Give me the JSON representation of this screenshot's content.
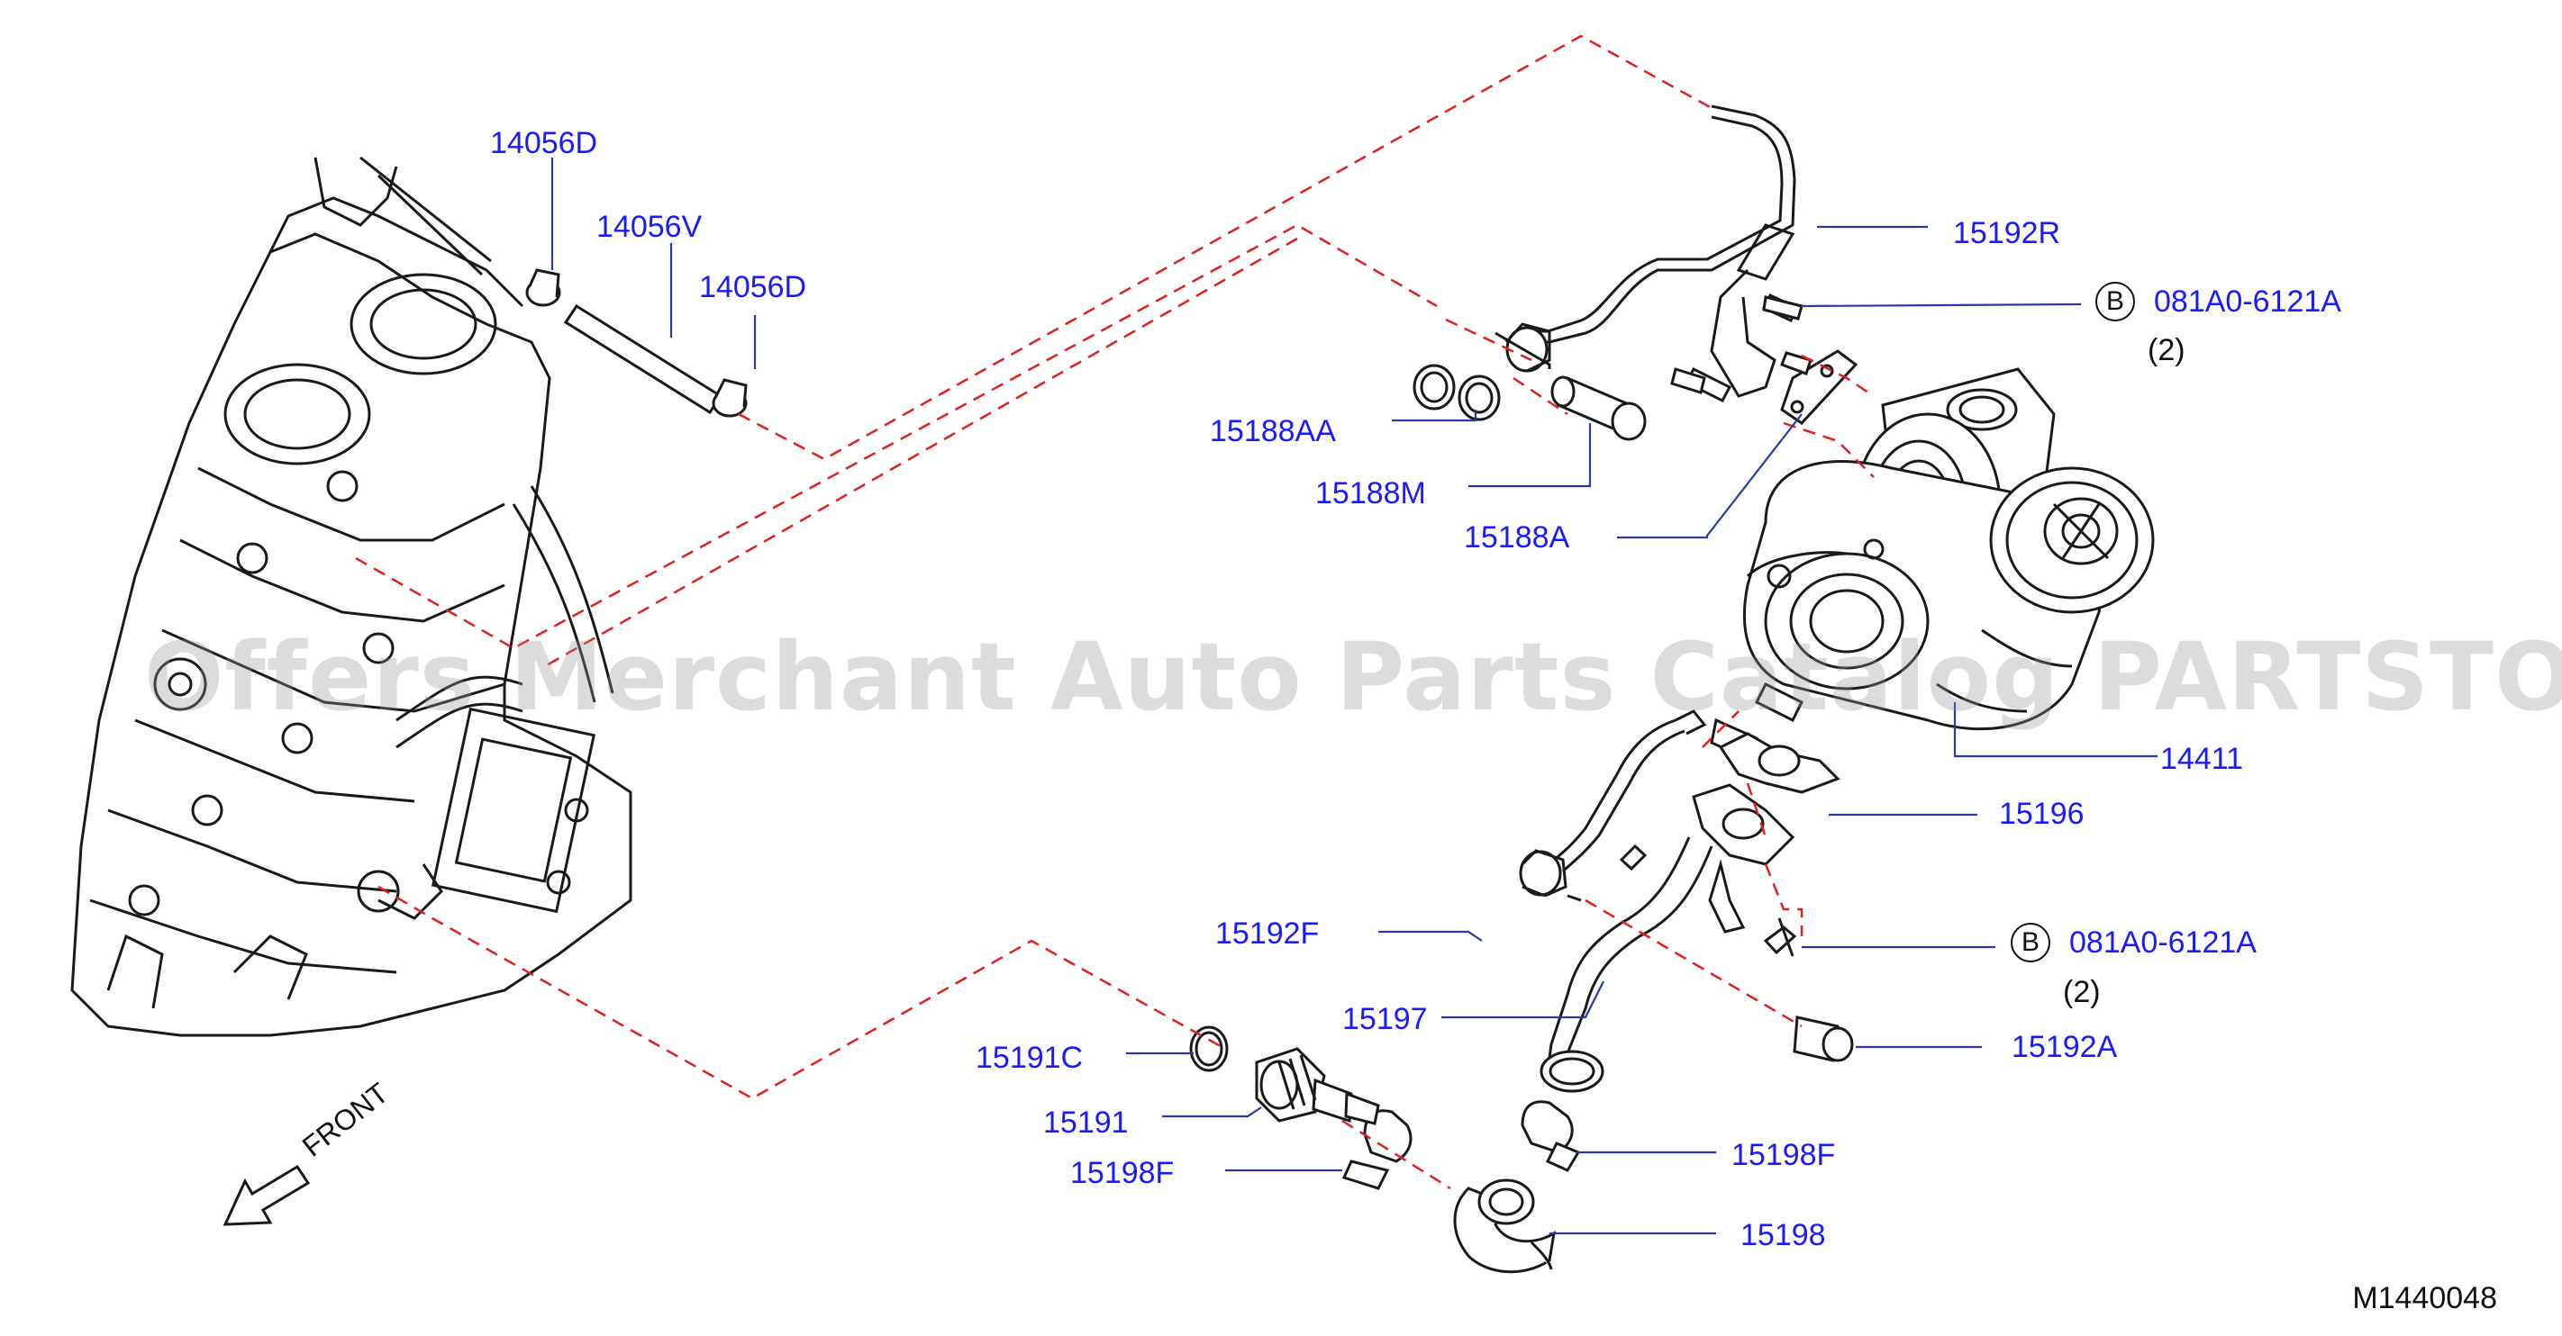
{
  "diagram": {
    "watermark": "Offers Merchant Auto Parts Catalog PARTSTORE.SA",
    "diagram_code": "M1440048",
    "front_label": "FRONT",
    "bolt_marker": "B",
    "colors": {
      "callout_text": "#1a1aff",
      "guide_line": "#e02020",
      "drawing": "#1a1a1a",
      "background": "#ffffff"
    },
    "callouts": [
      {
        "id": "c1",
        "part": "14056D"
      },
      {
        "id": "c2",
        "part": "14056V"
      },
      {
        "id": "c3",
        "part": "14056D"
      },
      {
        "id": "c4",
        "part": "15192R"
      },
      {
        "id": "c5",
        "part": "081A0-6121A",
        "marker": "B",
        "qty": "(2)"
      },
      {
        "id": "c6",
        "part": "15188AA"
      },
      {
        "id": "c7",
        "part": "15188M"
      },
      {
        "id": "c8",
        "part": "15188A"
      },
      {
        "id": "c9",
        "part": "14411"
      },
      {
        "id": "c10",
        "part": "15196"
      },
      {
        "id": "c11",
        "part": "15192F"
      },
      {
        "id": "c12",
        "part": "081A0-6121A",
        "marker": "B",
        "qty": "(2)"
      },
      {
        "id": "c13",
        "part": "15197"
      },
      {
        "id": "c14",
        "part": "15192A"
      },
      {
        "id": "c15",
        "part": "15191C"
      },
      {
        "id": "c16",
        "part": "15191"
      },
      {
        "id": "c17",
        "part": "15198F"
      },
      {
        "id": "c18",
        "part": "15198F"
      },
      {
        "id": "c19",
        "part": "15198"
      }
    ]
  }
}
